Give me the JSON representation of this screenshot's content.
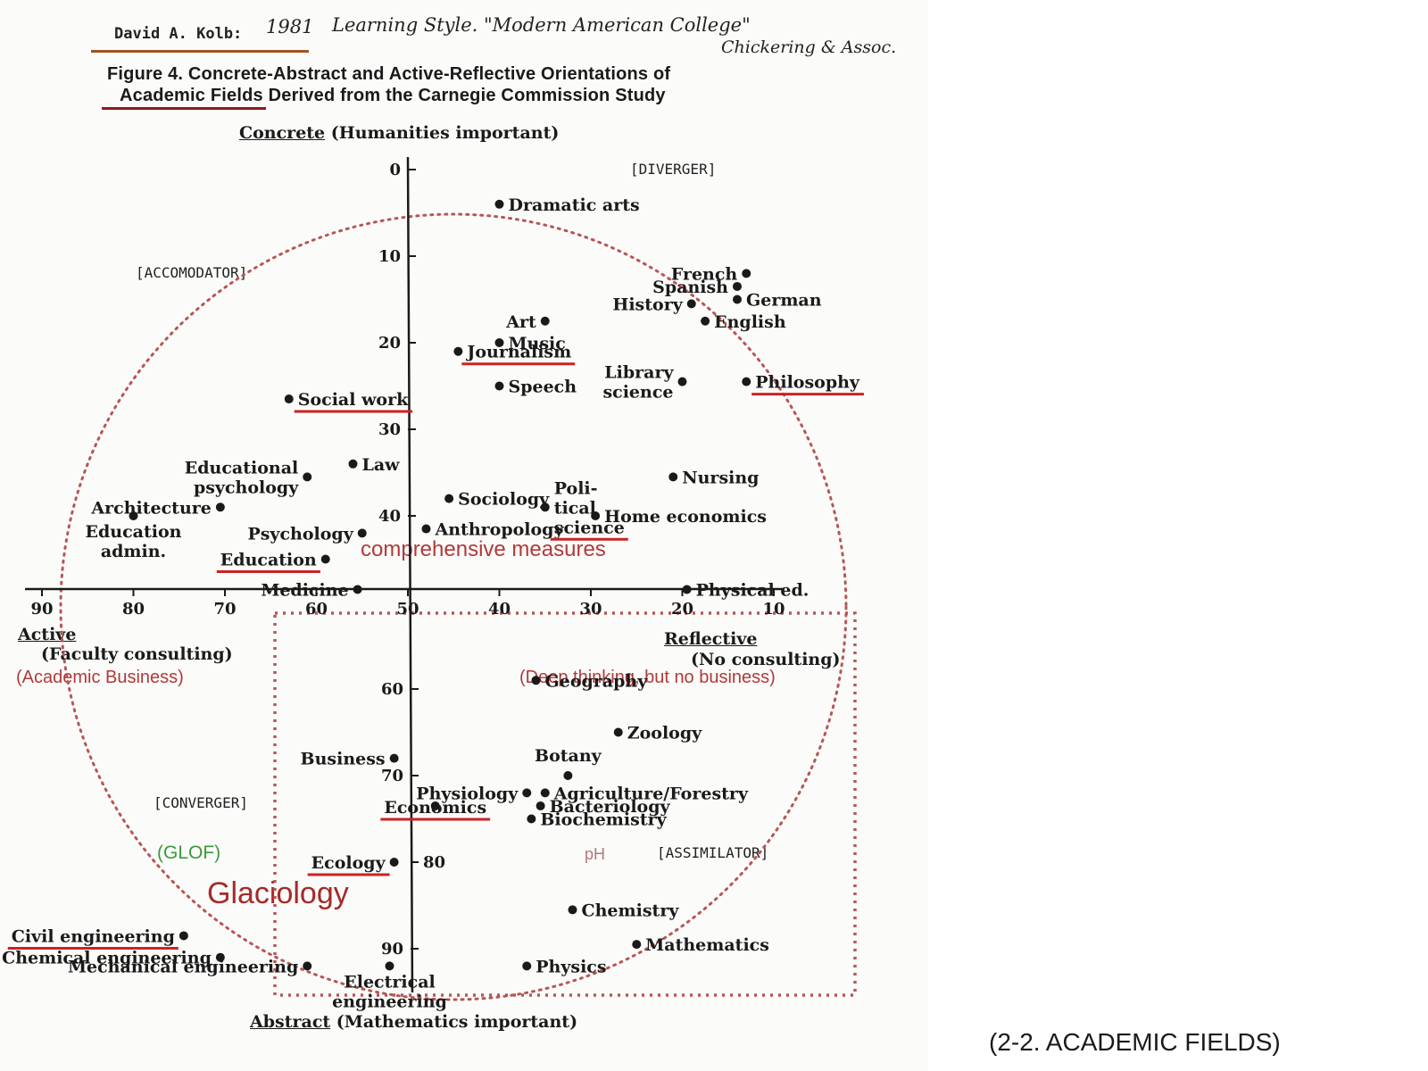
{
  "header": {
    "author_line": "David A. Kolb:",
    "year_note": "1981",
    "style_note": "Learning Style. \"Modern American College\"",
    "source_note": "Chickering & Assoc."
  },
  "figure": {
    "title_line1": "Figure 4. Concrete-Abstract and Active-Reflective Orientations of",
    "title_line2": "Academic Fields Derived from the Carnegie Commission Study"
  },
  "axes": {
    "top_word": "Concrete",
    "top_detail": "(Humanities important)",
    "bottom_word": "Abstract",
    "bottom_detail": "(Mathematics important)",
    "left_word": "Active",
    "left_detail": "(Faculty consulting)",
    "right_word": "Reflective",
    "right_detail": "(No consulting)"
  },
  "quadrants": {
    "diverger": "[DIVERGER]",
    "accomodator": "[ACCOMODATOR]",
    "converger": "[CONVERGER]",
    "assimilator": "[ASSIMILATOR]"
  },
  "annotations": {
    "academic_business": "(Academic Business)",
    "deep_thinking": "(Deep thinking, but no business)",
    "comprehensive": "comprehensive measures",
    "glof": "(GLOF)",
    "glaciology": "Glaciology",
    "ph": "pH"
  },
  "caption": "(2-2. ACADEMIC FIELDS)",
  "colors": {
    "red_annotation": "#b03a3a",
    "red_underline": "#cc2222",
    "dotted_outline": "#b85555",
    "green_note": "#3a9a3a",
    "ink": "#1a1a1a",
    "header_underline": "#a0521e"
  },
  "chart_data": {
    "type": "scatter",
    "x_axis": {
      "ticks": [
        90,
        80,
        70,
        60,
        50,
        40,
        30,
        20,
        10
      ],
      "range": [
        92,
        8
      ],
      "reversed": true
    },
    "y_axis": {
      "ticks": [
        0,
        10,
        20,
        30,
        40,
        60,
        70,
        80,
        90
      ],
      "range": [
        -3,
        98
      ],
      "reversed": true
    },
    "grid": false,
    "points": [
      {
        "label": "Dramatic arts",
        "x": 40,
        "y": 4,
        "lines": [
          "Dramatic arts"
        ],
        "anchor": "start"
      },
      {
        "label": "French",
        "x": 13,
        "y": 12,
        "lines": [
          "French"
        ],
        "anchor": "end"
      },
      {
        "label": "Spanish",
        "x": 14,
        "y": 13.5,
        "lines": [
          "Spanish"
        ],
        "anchor": "end"
      },
      {
        "label": "History",
        "x": 19,
        "y": 15.5,
        "lines": [
          "History"
        ],
        "anchor": "end"
      },
      {
        "label": "German",
        "x": 14,
        "y": 15,
        "lines": [
          "German"
        ],
        "anchor": "start"
      },
      {
        "label": "English",
        "x": 17.5,
        "y": 17.5,
        "lines": [
          "English"
        ],
        "anchor": "start"
      },
      {
        "label": "Art",
        "x": 35,
        "y": 17.5,
        "lines": [
          "Art"
        ],
        "anchor": "end"
      },
      {
        "label": "Music",
        "x": 40,
        "y": 20,
        "lines": [
          "Music"
        ],
        "anchor": "start"
      },
      {
        "label": "Journalism",
        "x": 44.5,
        "y": 21,
        "lines": [
          "Journalism"
        ],
        "anchor": "start"
      },
      {
        "label": "Speech",
        "x": 40,
        "y": 25,
        "lines": [
          "Speech"
        ],
        "anchor": "start"
      },
      {
        "label": "Library science",
        "x": 20,
        "y": 24.5,
        "lines": [
          "Library",
          "science"
        ],
        "anchor": "end"
      },
      {
        "label": "Philosophy",
        "x": 13,
        "y": 24.5,
        "lines": [
          "Philosophy"
        ],
        "anchor": "start"
      },
      {
        "label": "Social work",
        "x": 63,
        "y": 26.5,
        "lines": [
          "Social work"
        ],
        "anchor": "start"
      },
      {
        "label": "Educational psychology",
        "x": 61,
        "y": 35.5,
        "lines": [
          "Educational",
          "psychology"
        ],
        "anchor": "end"
      },
      {
        "label": "Law",
        "x": 56,
        "y": 34,
        "lines": [
          "Law"
        ],
        "anchor": "start"
      },
      {
        "label": "Architecture",
        "x": 70.5,
        "y": 39,
        "lines": [
          "Architecture"
        ],
        "anchor": "end"
      },
      {
        "label": "Education admin.",
        "x": 80,
        "y": 40,
        "lines": [
          "Education",
          "admin."
        ],
        "anchor": "middle"
      },
      {
        "label": "Psychology",
        "x": 55,
        "y": 42,
        "lines": [
          "Psychology"
        ],
        "anchor": "end"
      },
      {
        "label": "Sociology",
        "x": 45.5,
        "y": 38,
        "lines": [
          "Sociology"
        ],
        "anchor": "start"
      },
      {
        "label": "Anthropology",
        "x": 48,
        "y": 41.5,
        "lines": [
          "Anthropology"
        ],
        "anchor": "start"
      },
      {
        "label": "Political science",
        "x": 35,
        "y": 39,
        "lines": [
          "Poli-",
          "tical",
          "science"
        ],
        "anchor": "start"
      },
      {
        "label": "Home economics",
        "x": 29.5,
        "y": 40,
        "lines": [
          "Home economics"
        ],
        "anchor": "start"
      },
      {
        "label": "Nursing",
        "x": 21,
        "y": 35.5,
        "lines": [
          "Nursing"
        ],
        "anchor": "start"
      },
      {
        "label": "Education",
        "x": 59,
        "y": 45,
        "lines": [
          "Education"
        ],
        "anchor": "end"
      },
      {
        "label": "Medicine",
        "x": 55.5,
        "y": 48.5,
        "lines": [
          "Medicine"
        ],
        "anchor": "end"
      },
      {
        "label": "Physical ed.",
        "x": 19.5,
        "y": 48.5,
        "lines": [
          "Physical ed."
        ],
        "anchor": "start"
      },
      {
        "label": "Geography",
        "x": 36,
        "y": 59,
        "lines": [
          "Geography"
        ],
        "anchor": "start"
      },
      {
        "label": "Zoology",
        "x": 27,
        "y": 65,
        "lines": [
          "Zoology"
        ],
        "anchor": "start"
      },
      {
        "label": "Business",
        "x": 51.5,
        "y": 68,
        "lines": [
          "Business"
        ],
        "anchor": "end"
      },
      {
        "label": "Botany",
        "x": 32.5,
        "y": 70,
        "lines": [
          "Botany"
        ],
        "anchor": "middle"
      },
      {
        "label": "Physiology",
        "x": 37,
        "y": 72,
        "lines": [
          "Physiology"
        ],
        "anchor": "end"
      },
      {
        "label": "Agriculture/Forestry",
        "x": 35,
        "y": 72,
        "lines": [
          "Agriculture/Forestry"
        ],
        "anchor": "start"
      },
      {
        "label": "Economics",
        "x": 47,
        "y": 73.5,
        "lines": [
          "Economics"
        ],
        "anchor": "middle"
      },
      {
        "label": "Bacteriology",
        "x": 35.5,
        "y": 73.5,
        "lines": [
          "Bacteriology"
        ],
        "anchor": "start"
      },
      {
        "label": "Biochemistry",
        "x": 36.5,
        "y": 75,
        "lines": [
          "Biochemistry"
        ],
        "anchor": "start"
      },
      {
        "label": "Ecology",
        "x": 51.5,
        "y": 80,
        "lines": [
          "Ecology"
        ],
        "anchor": "end"
      },
      {
        "label": "Chemistry",
        "x": 32,
        "y": 85.5,
        "lines": [
          "Chemistry"
        ],
        "anchor": "start"
      },
      {
        "label": "Mathematics",
        "x": 25,
        "y": 89.5,
        "lines": [
          "Mathematics"
        ],
        "anchor": "start"
      },
      {
        "label": "Physics",
        "x": 37,
        "y": 92,
        "lines": [
          "Physics"
        ],
        "anchor": "start"
      },
      {
        "label": "Civil engineering",
        "x": 74.5,
        "y": 88.5,
        "lines": [
          "Civil engineering"
        ],
        "anchor": "end"
      },
      {
        "label": "Chemical engineering",
        "x": 70.5,
        "y": 91,
        "lines": [
          "Chemical engineering"
        ],
        "anchor": "end"
      },
      {
        "label": "Mechanical engineering",
        "x": 61,
        "y": 92,
        "lines": [
          "Mechanical engineering"
        ],
        "anchor": "end"
      },
      {
        "label": "Electrical engineering",
        "x": 52,
        "y": 92,
        "lines": [
          "Electrical",
          "engineering"
        ],
        "anchor": "middle"
      }
    ]
  }
}
